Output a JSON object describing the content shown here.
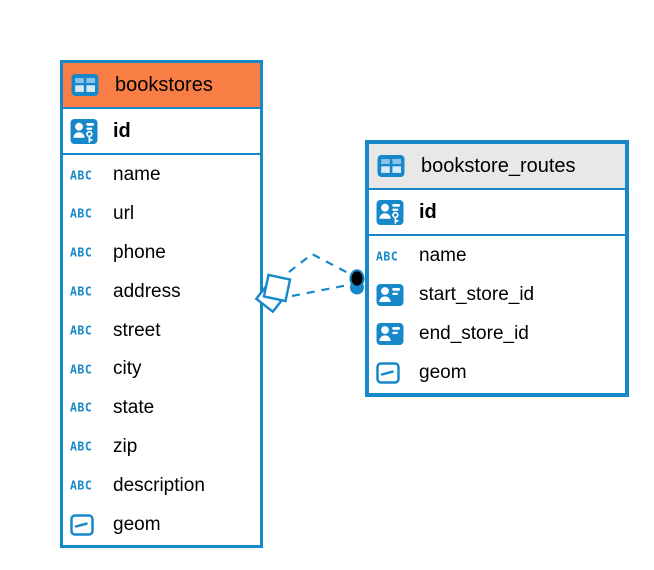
{
  "icons": {
    "text_icon_label": "ABC"
  },
  "colors": {
    "accent_blue": "#1789CB",
    "header_orange": "#F87E46",
    "header_gray": "#E8E8E8",
    "marker_dot": "#000000"
  },
  "tables": [
    {
      "name": "bookstores",
      "header_style": "orange",
      "primary_key": {
        "name": "id",
        "icon": "person-key-icon"
      },
      "fields": [
        {
          "name": "name",
          "icon": "text-icon"
        },
        {
          "name": "url",
          "icon": "text-icon"
        },
        {
          "name": "phone",
          "icon": "text-icon"
        },
        {
          "name": "address",
          "icon": "text-icon"
        },
        {
          "name": "street",
          "icon": "text-icon"
        },
        {
          "name": "city",
          "icon": "text-icon"
        },
        {
          "name": "state",
          "icon": "text-icon"
        },
        {
          "name": "zip",
          "icon": "text-icon"
        },
        {
          "name": "description",
          "icon": "text-icon"
        },
        {
          "name": "geom",
          "icon": "geometry-icon"
        }
      ]
    },
    {
      "name": "bookstore_routes",
      "header_style": "gray",
      "primary_key": {
        "name": "id",
        "icon": "person-key-icon"
      },
      "fields": [
        {
          "name": "name",
          "icon": "text-icon"
        },
        {
          "name": "start_store_id",
          "icon": "person-ref-icon"
        },
        {
          "name": "end_store_id",
          "icon": "person-ref-icon"
        },
        {
          "name": "geom",
          "icon": "geometry-icon"
        }
      ]
    }
  ],
  "relation": {
    "type": "foreign-key-link",
    "line_style": "dashed",
    "from_table": "bookstores",
    "to_table": "bookstore_routes",
    "source_marker": "stacked-squares",
    "target_marker": "filled-dot"
  }
}
